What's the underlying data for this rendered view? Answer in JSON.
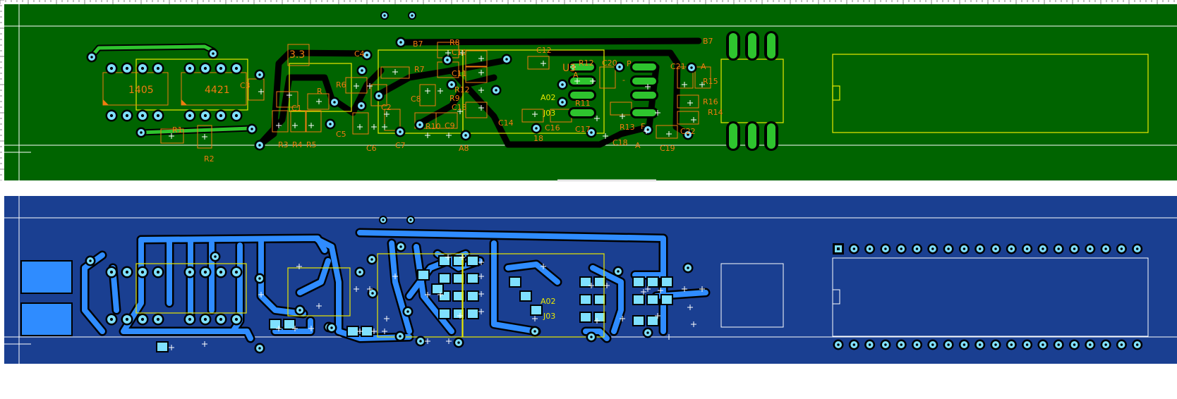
{
  "colors": {
    "top_board": "#006400",
    "bottom_board": "#1a3f91",
    "copper_top": "#2ec42e",
    "copper_bottom": "#2f8cff",
    "pad": "#7fe0ff",
    "silk": "#e8e800",
    "label": "#f07c10",
    "edge": "#ffffff"
  },
  "top_view": {
    "chips": [
      {
        "label": "1405"
      },
      {
        "label": "4421"
      }
    ],
    "regulator": {
      "label": "3.3"
    },
    "opamp": {
      "label": "U3"
    },
    "designators": [
      {
        "text": "R1"
      },
      {
        "text": "R2"
      },
      {
        "text": "R3"
      },
      {
        "text": "R4"
      },
      {
        "text": "R5"
      },
      {
        "text": "C1"
      },
      {
        "text": "R"
      },
      {
        "text": "R6"
      },
      {
        "text": "C3"
      },
      {
        "text": "C4"
      },
      {
        "text": "C5"
      },
      {
        "text": "C6"
      },
      {
        "text": "C7"
      },
      {
        "text": "C2"
      },
      {
        "text": "C8"
      },
      {
        "text": "R7"
      },
      {
        "text": "B7"
      },
      {
        "text": "R8"
      },
      {
        "text": "C10"
      },
      {
        "text": "C11"
      },
      {
        "text": "R12"
      },
      {
        "text": "R9"
      },
      {
        "text": "C13"
      },
      {
        "text": "R10"
      },
      {
        "text": "C9"
      },
      {
        "text": "A8"
      },
      {
        "text": "C14"
      },
      {
        "text": "C12"
      },
      {
        "text": "R12"
      },
      {
        "text": "C20"
      },
      {
        "text": "A"
      },
      {
        "text": "R11"
      },
      {
        "text": "C17"
      },
      {
        "text": "C16"
      },
      {
        "text": "18"
      },
      {
        "text": "C18"
      },
      {
        "text": "R13"
      },
      {
        "text": "A"
      },
      {
        "text": "C19"
      },
      {
        "text": "B7"
      },
      {
        "text": "C21"
      },
      {
        "text": "A"
      },
      {
        "text": "R15"
      },
      {
        "text": "R16"
      },
      {
        "text": "C22"
      },
      {
        "text": "-"
      },
      {
        "text": "P"
      },
      {
        "text": "F"
      },
      {
        "text": "R14"
      }
    ],
    "silk_labels": [
      {
        "text": "A02"
      },
      {
        "text": "J03"
      }
    ]
  },
  "bottom_view": {
    "silk_labels": [
      {
        "text": "A02"
      },
      {
        "text": "J03"
      }
    ]
  }
}
